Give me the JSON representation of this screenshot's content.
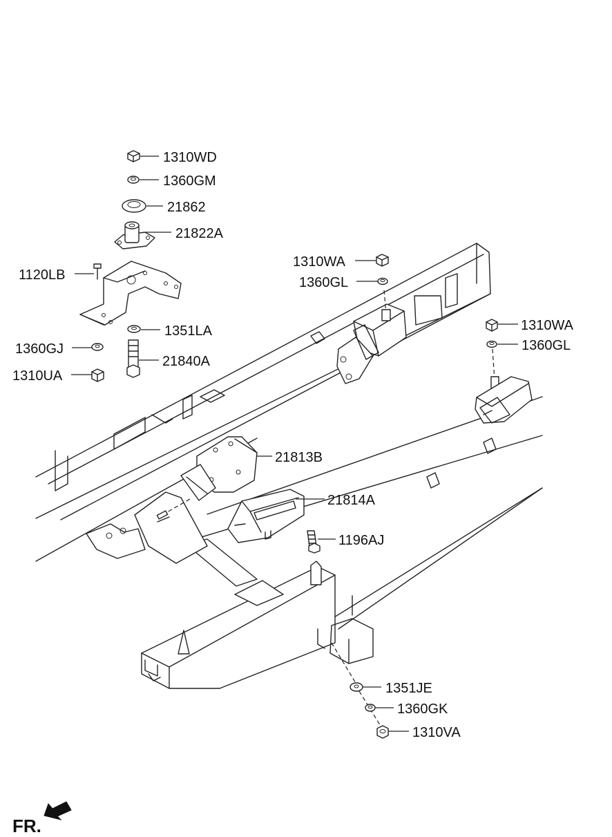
{
  "diagram": {
    "front_indicator": "FR.",
    "callouts": [
      {
        "id": "c-1310WD",
        "label": "1310WD"
      },
      {
        "id": "c-1360GM",
        "label": "1360GM"
      },
      {
        "id": "c-21862",
        "label": "21862"
      },
      {
        "id": "c-21822A",
        "label": "21822A"
      },
      {
        "id": "c-1120LB",
        "label": "1120LB"
      },
      {
        "id": "c-1351LA",
        "label": "1351LA"
      },
      {
        "id": "c-1360GJ",
        "label": "1360GJ"
      },
      {
        "id": "c-21840A",
        "label": "21840A"
      },
      {
        "id": "c-1310UA",
        "label": "1310UA"
      },
      {
        "id": "c-1310WA-1",
        "label": "1310WA"
      },
      {
        "id": "c-1360GL-1",
        "label": "1360GL"
      },
      {
        "id": "c-1310WA-2",
        "label": "1310WA"
      },
      {
        "id": "c-1360GL-2",
        "label": "1360GL"
      },
      {
        "id": "c-21813B",
        "label": "21813B"
      },
      {
        "id": "c-21814A",
        "label": "21814A"
      },
      {
        "id": "c-1196AJ",
        "label": "1196AJ"
      },
      {
        "id": "c-1351JE",
        "label": "1351JE"
      },
      {
        "id": "c-1360GK",
        "label": "1360GK"
      },
      {
        "id": "c-1310VA",
        "label": "1310VA"
      }
    ]
  }
}
